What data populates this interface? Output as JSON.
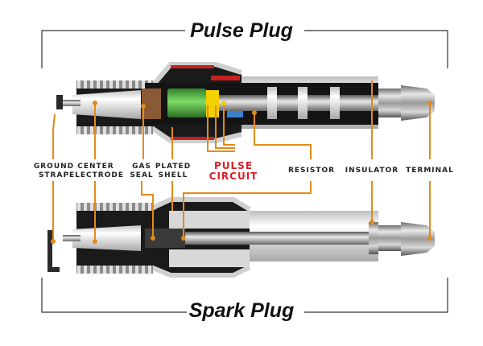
{
  "titles": {
    "top": "Pulse Plug",
    "bottom": "Spark Plug"
  },
  "labels": {
    "ground_strap": [
      "GROUND",
      "STRAP"
    ],
    "center_electrode": [
      "CENTER",
      "ELECTRODE"
    ],
    "gas_seal": [
      "GAS",
      "SEAL"
    ],
    "plated_shell": [
      "PLATED",
      "SHELL"
    ],
    "pulse_circuit": [
      "PULSE",
      "CIRCUIT"
    ],
    "resistor": "RESISTOR",
    "insulator": "INSULATOR",
    "terminal": "TERMINAL"
  },
  "colors": {
    "leader": "#e48a1a",
    "pulse_circuit": "#d6202a",
    "frame": "#333333",
    "circuit_green": "#4fb748",
    "circuit_yellow": "#f4d000",
    "shell_red": "#c82020"
  }
}
